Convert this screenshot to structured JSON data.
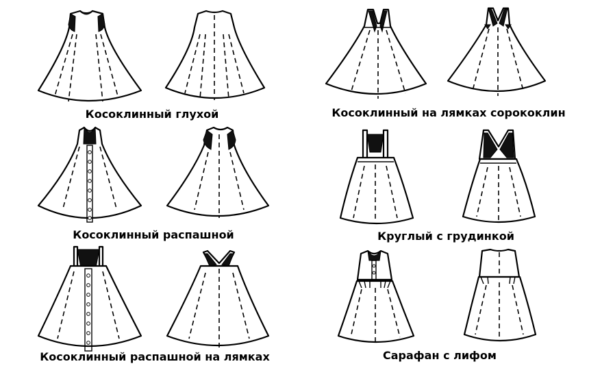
{
  "captions": {
    "c1": "Косоклинный глухой",
    "c2": "Косоклинный на лямках сорококлин",
    "c3": "Косоклинный распашной",
    "c4": "Круглый с грудинкой",
    "c5": "Косоклинный распашной на лямках",
    "c6": "Сарафан с лифом"
  }
}
